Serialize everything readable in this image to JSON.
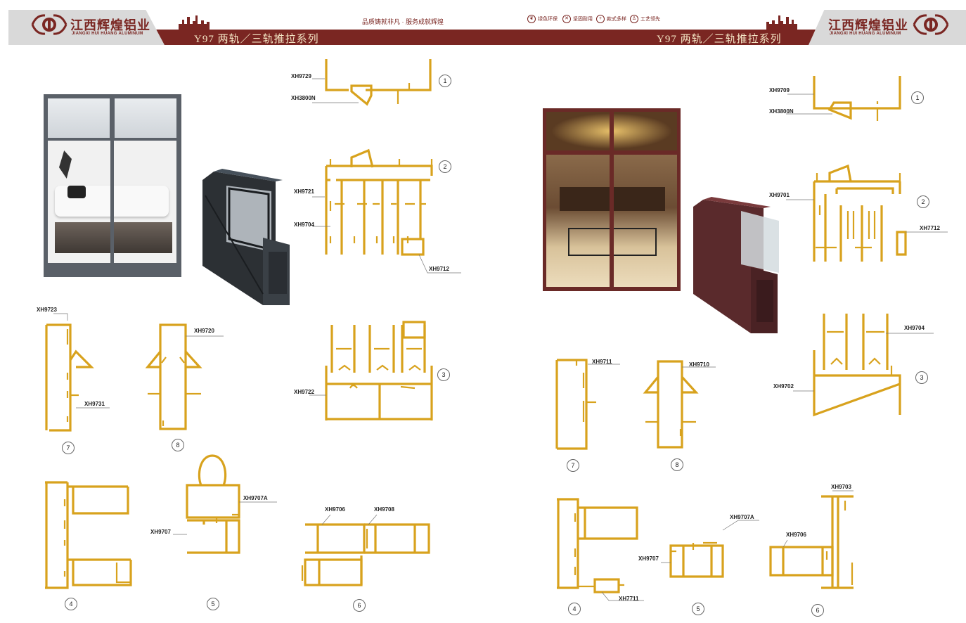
{
  "header": {
    "brand_cn": "江西辉煌铝业",
    "brand_en": "JIANGXI HUI HUANG ALUMINUM",
    "slogan": "品质铸就非凡 · 服务成就辉煌",
    "series_left": "Y97 两轨／三轨推拉系列",
    "series_right": "Y97 两轨／三轨推拉系列",
    "features": [
      {
        "icon": "leaf-icon",
        "label": "绿色环保"
      },
      {
        "icon": "shield-icon",
        "label": "坚固耐用"
      },
      {
        "icon": "plus-icon",
        "label": "款式多样"
      },
      {
        "icon": "tool-icon",
        "label": "工艺领先"
      }
    ],
    "colors": {
      "brand": "#7a2622",
      "band": "#7a2622",
      "profile": "#d8a21d",
      "logo_bg": "#d9d9d9"
    }
  },
  "left": {
    "labels": {
      "xh9729": "XH9729",
      "xh3800n": "XH3800N",
      "xh9721": "XH9721",
      "xh9704": "XH9704",
      "xh9712": "XH9712",
      "xh9722": "XH9722",
      "xh9723": "XH9723",
      "xh9731": "XH9731",
      "xh9720": "XH9720",
      "xh9707a": "XH9707A",
      "xh9707": "XH9707",
      "xh9706": "XH9706",
      "xh9708": "XH9708"
    },
    "numbers": [
      "1",
      "2",
      "3",
      "4",
      "5",
      "6",
      "7",
      "8"
    ]
  },
  "right": {
    "labels": {
      "xh9709": "XH9709",
      "xh3800n": "XH3800N",
      "xh9701": "XH9701",
      "xh7712": "XH7712",
      "xh9704": "XH9704",
      "xh9702": "XH9702",
      "xh9711": "XH9711",
      "xh9710": "XH9710",
      "xh9707a": "XH9707A",
      "xh9707": "XH9707",
      "xh7711": "XH7711",
      "xh9703": "XH9703",
      "xh9706": "XH9706"
    },
    "numbers": [
      "1",
      "2",
      "3",
      "4",
      "5",
      "6",
      "7",
      "8"
    ]
  }
}
